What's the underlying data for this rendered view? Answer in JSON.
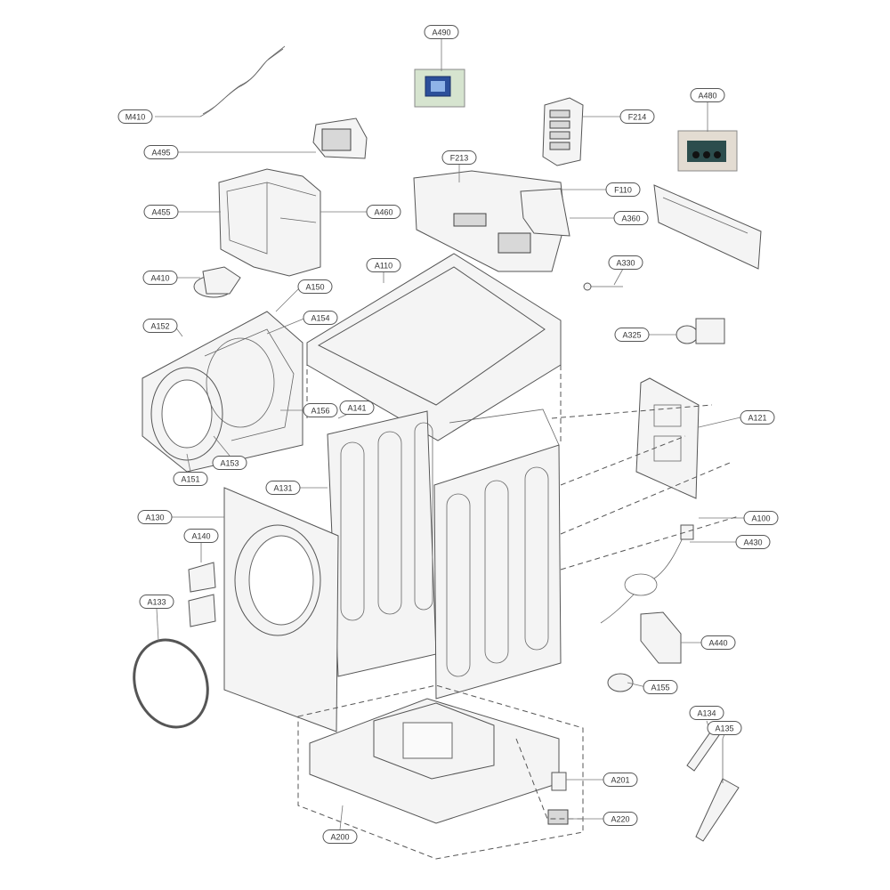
{
  "callouts": [
    {
      "id": "M410",
      "text": "M410"
    },
    {
      "id": "A495",
      "text": "A495"
    },
    {
      "id": "A455",
      "text": "A455"
    },
    {
      "id": "A460",
      "text": "A460"
    },
    {
      "id": "A410",
      "text": "A410"
    },
    {
      "id": "A490",
      "text": "A490"
    },
    {
      "id": "F214",
      "text": "F214"
    },
    {
      "id": "A480",
      "text": "A480"
    },
    {
      "id": "F213",
      "text": "F213"
    },
    {
      "id": "F110",
      "text": "F110"
    },
    {
      "id": "A360",
      "text": "A360"
    },
    {
      "id": "A110",
      "text": "A110"
    },
    {
      "id": "A330",
      "text": "A330"
    },
    {
      "id": "A150",
      "text": "A150"
    },
    {
      "id": "A154",
      "text": "A154"
    },
    {
      "id": "A152",
      "text": "A152"
    },
    {
      "id": "A325",
      "text": "A325"
    },
    {
      "id": "A156",
      "text": "A156"
    },
    {
      "id": "A141",
      "text": "A141"
    },
    {
      "id": "A121",
      "text": "A121"
    },
    {
      "id": "A153",
      "text": "A153"
    },
    {
      "id": "A151",
      "text": "A151"
    },
    {
      "id": "A131",
      "text": "A131"
    },
    {
      "id": "A130",
      "text": "A130"
    },
    {
      "id": "A100",
      "text": "A100"
    },
    {
      "id": "A140",
      "text": "A140"
    },
    {
      "id": "A430",
      "text": "A430"
    },
    {
      "id": "A133",
      "text": "A133"
    },
    {
      "id": "A440",
      "text": "A440"
    },
    {
      "id": "A155",
      "text": "A155"
    },
    {
      "id": "A134",
      "text": "A134"
    },
    {
      "id": "A135",
      "text": "A135"
    },
    {
      "id": "A201",
      "text": "A201"
    },
    {
      "id": "A220",
      "text": "A220"
    },
    {
      "id": "A200",
      "text": "A200"
    }
  ]
}
